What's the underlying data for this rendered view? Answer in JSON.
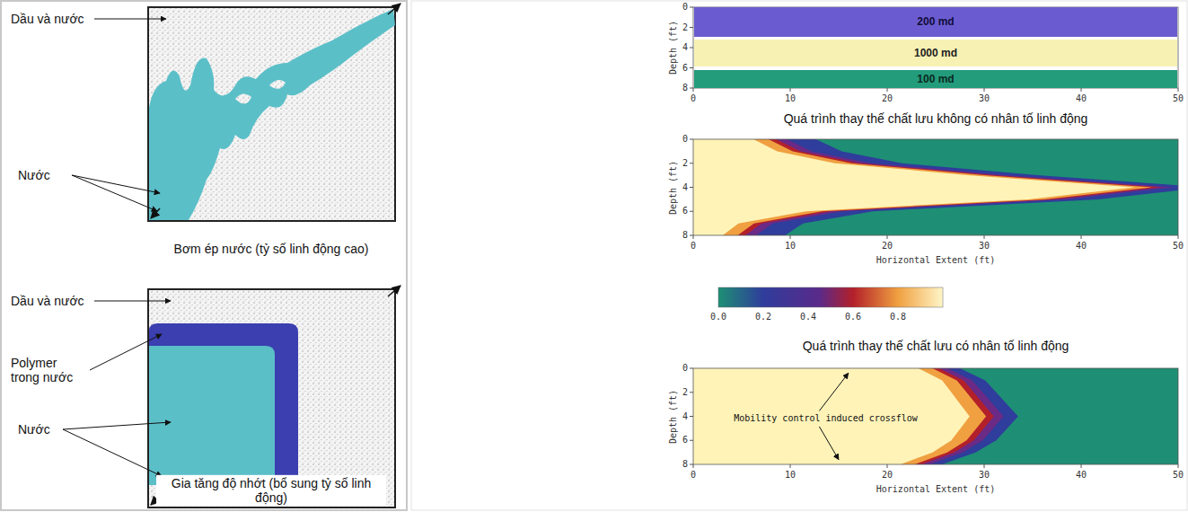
{
  "diagram": {
    "nodes": [
      {
        "text": [
          "200 md"
        ]
      },
      {
        "text": [
          "1000 md"
        ]
      },
      {
        "text": [
          "100 md"
        ]
      }
    ],
    "labels": [
      "Dầu và nước",
      "Nước",
      "Bơm ép nước (tỷ số linh động cao)",
      "Dầu và nước",
      "Polymer trong nước",
      "Nước",
      "Gia tăng độ nhớt (bổ sung tỷ số linh động)",
      "Depth (ft)",
      "0",
      "2",
      "4",
      "6",
      "8",
      "0",
      "10",
      "20",
      "30",
      "40",
      "50",
      "Quá trình thay thế chất lưu không có nhân tố linh động",
      "Depth (ft)",
      "0",
      "2",
      "4",
      "6",
      "8",
      "0",
      "10",
      "20",
      "30",
      "40",
      "50",
      "Horizontal Extent (ft)",
      "0.0",
      "0.2",
      "0.4",
      "0.6",
      "0.8",
      "Quá trình thay thế chất lưu có nhân tố linh động",
      "Depth (ft)",
      "0",
      "2",
      "4",
      "6",
      "8",
      "0",
      "10",
      "20",
      "30",
      "40",
      "50",
      "Horizontal Extent (ft)",
      "Mobility control induced crossflow"
    ]
  }
}
